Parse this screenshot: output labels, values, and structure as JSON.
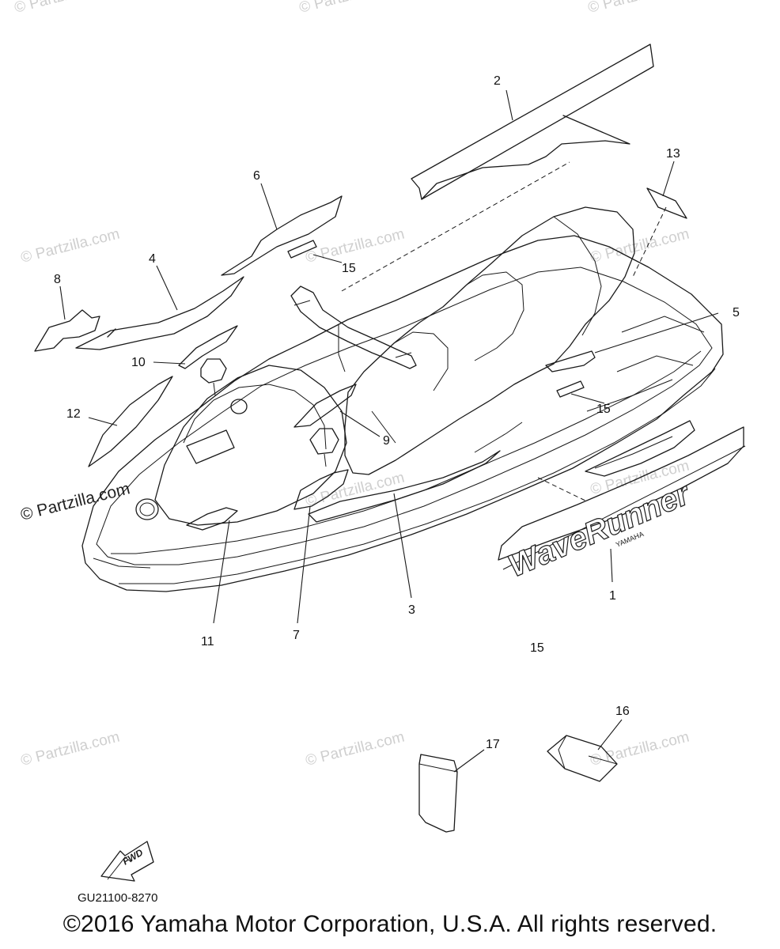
{
  "watermark": {
    "text": "© Partzilla.com",
    "overlay_text": "© Partzilla.com"
  },
  "callouts": {
    "c1": "1",
    "c2": "2",
    "c3": "3",
    "c4": "4",
    "c5": "5",
    "c6": "6",
    "c7": "7",
    "c8": "8",
    "c9": "9",
    "c10": "10",
    "c11": "11",
    "c12": "12",
    "c13": "13",
    "c15a": "15",
    "c15b": "15",
    "c15c": "15",
    "c16": "16",
    "c17": "17"
  },
  "decal": {
    "brand": "WaveRunner",
    "maker": "YAMAHA"
  },
  "fwd_arrow": {
    "label": "FWD",
    "icon": "fwd-arrow-icon"
  },
  "diagram_code": "GU21100-8270",
  "copyright": "©2016  Yamaha Motor Corporation, U.S.A. All rights reserved."
}
